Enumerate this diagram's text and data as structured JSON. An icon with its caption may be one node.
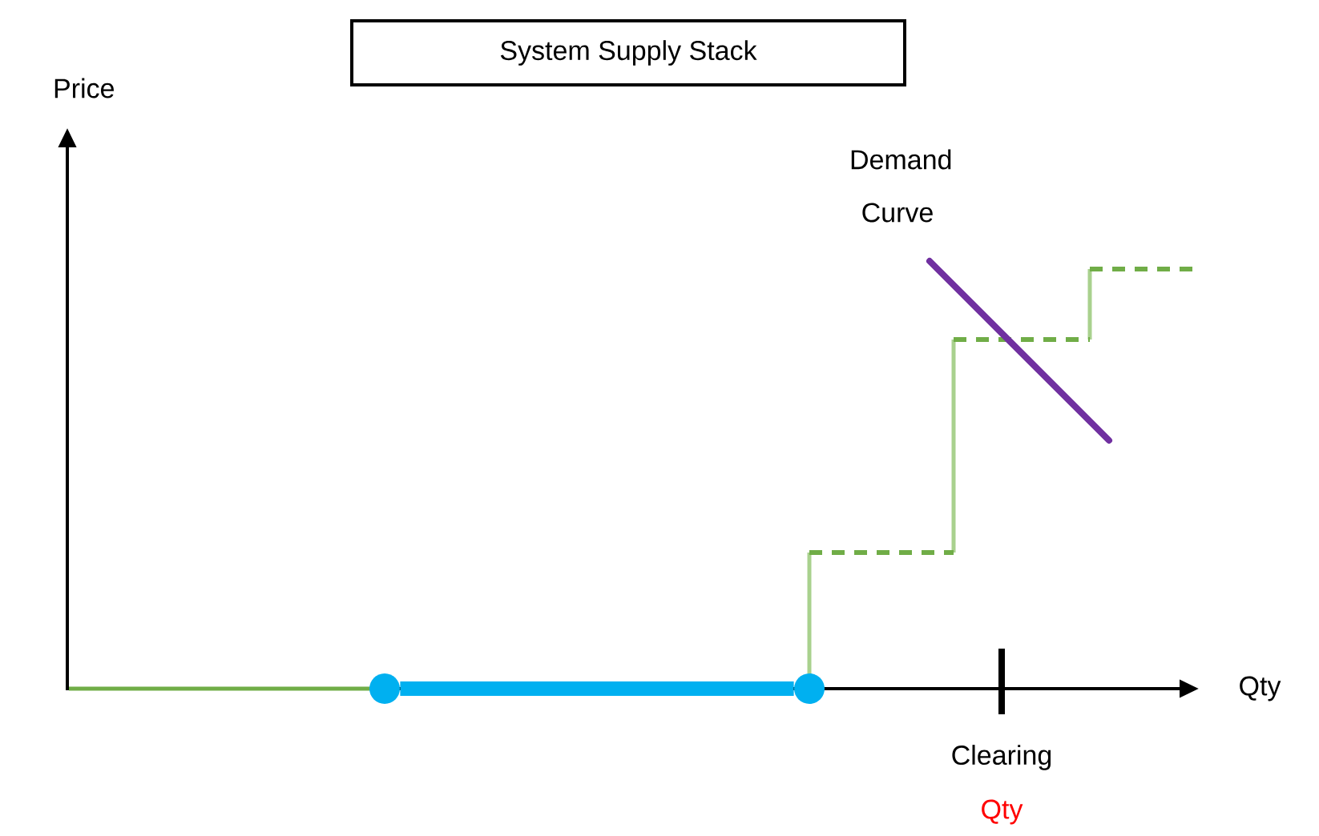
{
  "diagram": {
    "nodes": [
      {
        "text": [
          "System Supply Stack"
        ]
      },
      {
        "text": [],
        "shape": "circle"
      },
      {
        "text": [],
        "shape": "circle"
      }
    ],
    "edges": [
      {
        "from": 1,
        "to": 2,
        "arrow": "none"
      }
    ],
    "labels": [
      "Price",
      "Demand Curve",
      "Qty",
      "Clearing",
      "Qty"
    ]
  }
}
